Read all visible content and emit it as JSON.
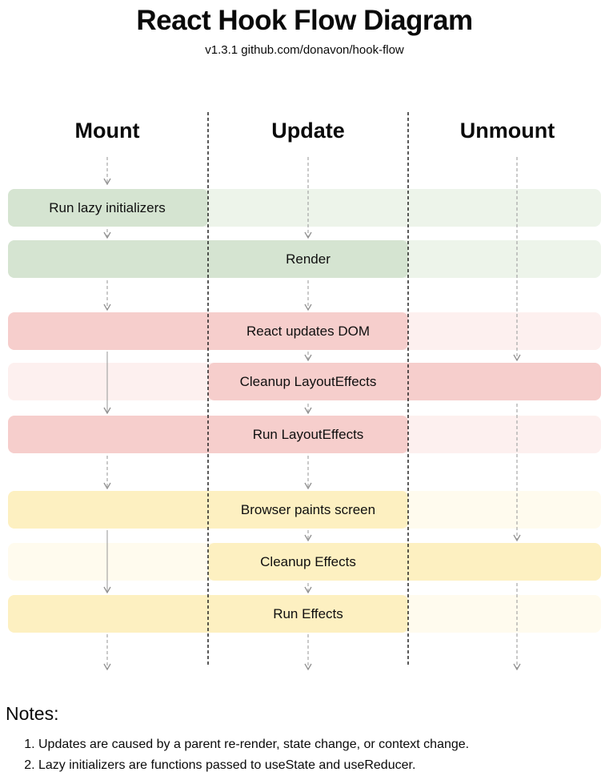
{
  "header": {
    "title": "React Hook Flow Diagram",
    "subtitle": "v1.3.1 github.com/donavon/hook-flow"
  },
  "columns": [
    {
      "id": "mount",
      "label": "Mount"
    },
    {
      "id": "update",
      "label": "Update"
    },
    {
      "id": "unmount",
      "label": "Unmount"
    }
  ],
  "colors": {
    "green_dark": "#d5e4d1",
    "green_light": "#edf4ea",
    "red_dark": "#f6cecc",
    "red_light": "#fdf0ef",
    "yellow_dark": "#fdf0c1",
    "yellow_light": "#fffbee",
    "divider": "#151515",
    "arrow": "#a6a6a6",
    "arrowhead": "#8f8f8f"
  },
  "rows": [
    {
      "label": "Run lazy initializers",
      "color": "green",
      "dark_span": "mount",
      "label_col": "mount"
    },
    {
      "label": "Render",
      "color": "green",
      "dark_span": "mount-update",
      "label_col": "update"
    },
    {
      "label": "React updates DOM",
      "color": "red",
      "dark_span": "mount-update",
      "label_col": "update"
    },
    {
      "label": "Cleanup LayoutEffects",
      "color": "red",
      "dark_span": "update-unmount",
      "label_col": "update"
    },
    {
      "label": "Run LayoutEffects",
      "color": "red",
      "dark_span": "mount-update",
      "label_col": "update"
    },
    {
      "label": "Browser paints screen",
      "color": "yellow",
      "dark_span": "mount-update",
      "label_col": "update"
    },
    {
      "label": "Cleanup Effects",
      "color": "yellow",
      "dark_span": "update-unmount",
      "label_col": "update"
    },
    {
      "label": "Run Effects",
      "color": "yellow",
      "dark_span": "mount-update",
      "label_col": "update"
    }
  ],
  "notes": {
    "heading": "Notes:",
    "items": [
      "Updates are caused by a parent re-render, state change, or context change.",
      "Lazy initializers are functions passed to useState and useReducer."
    ]
  }
}
